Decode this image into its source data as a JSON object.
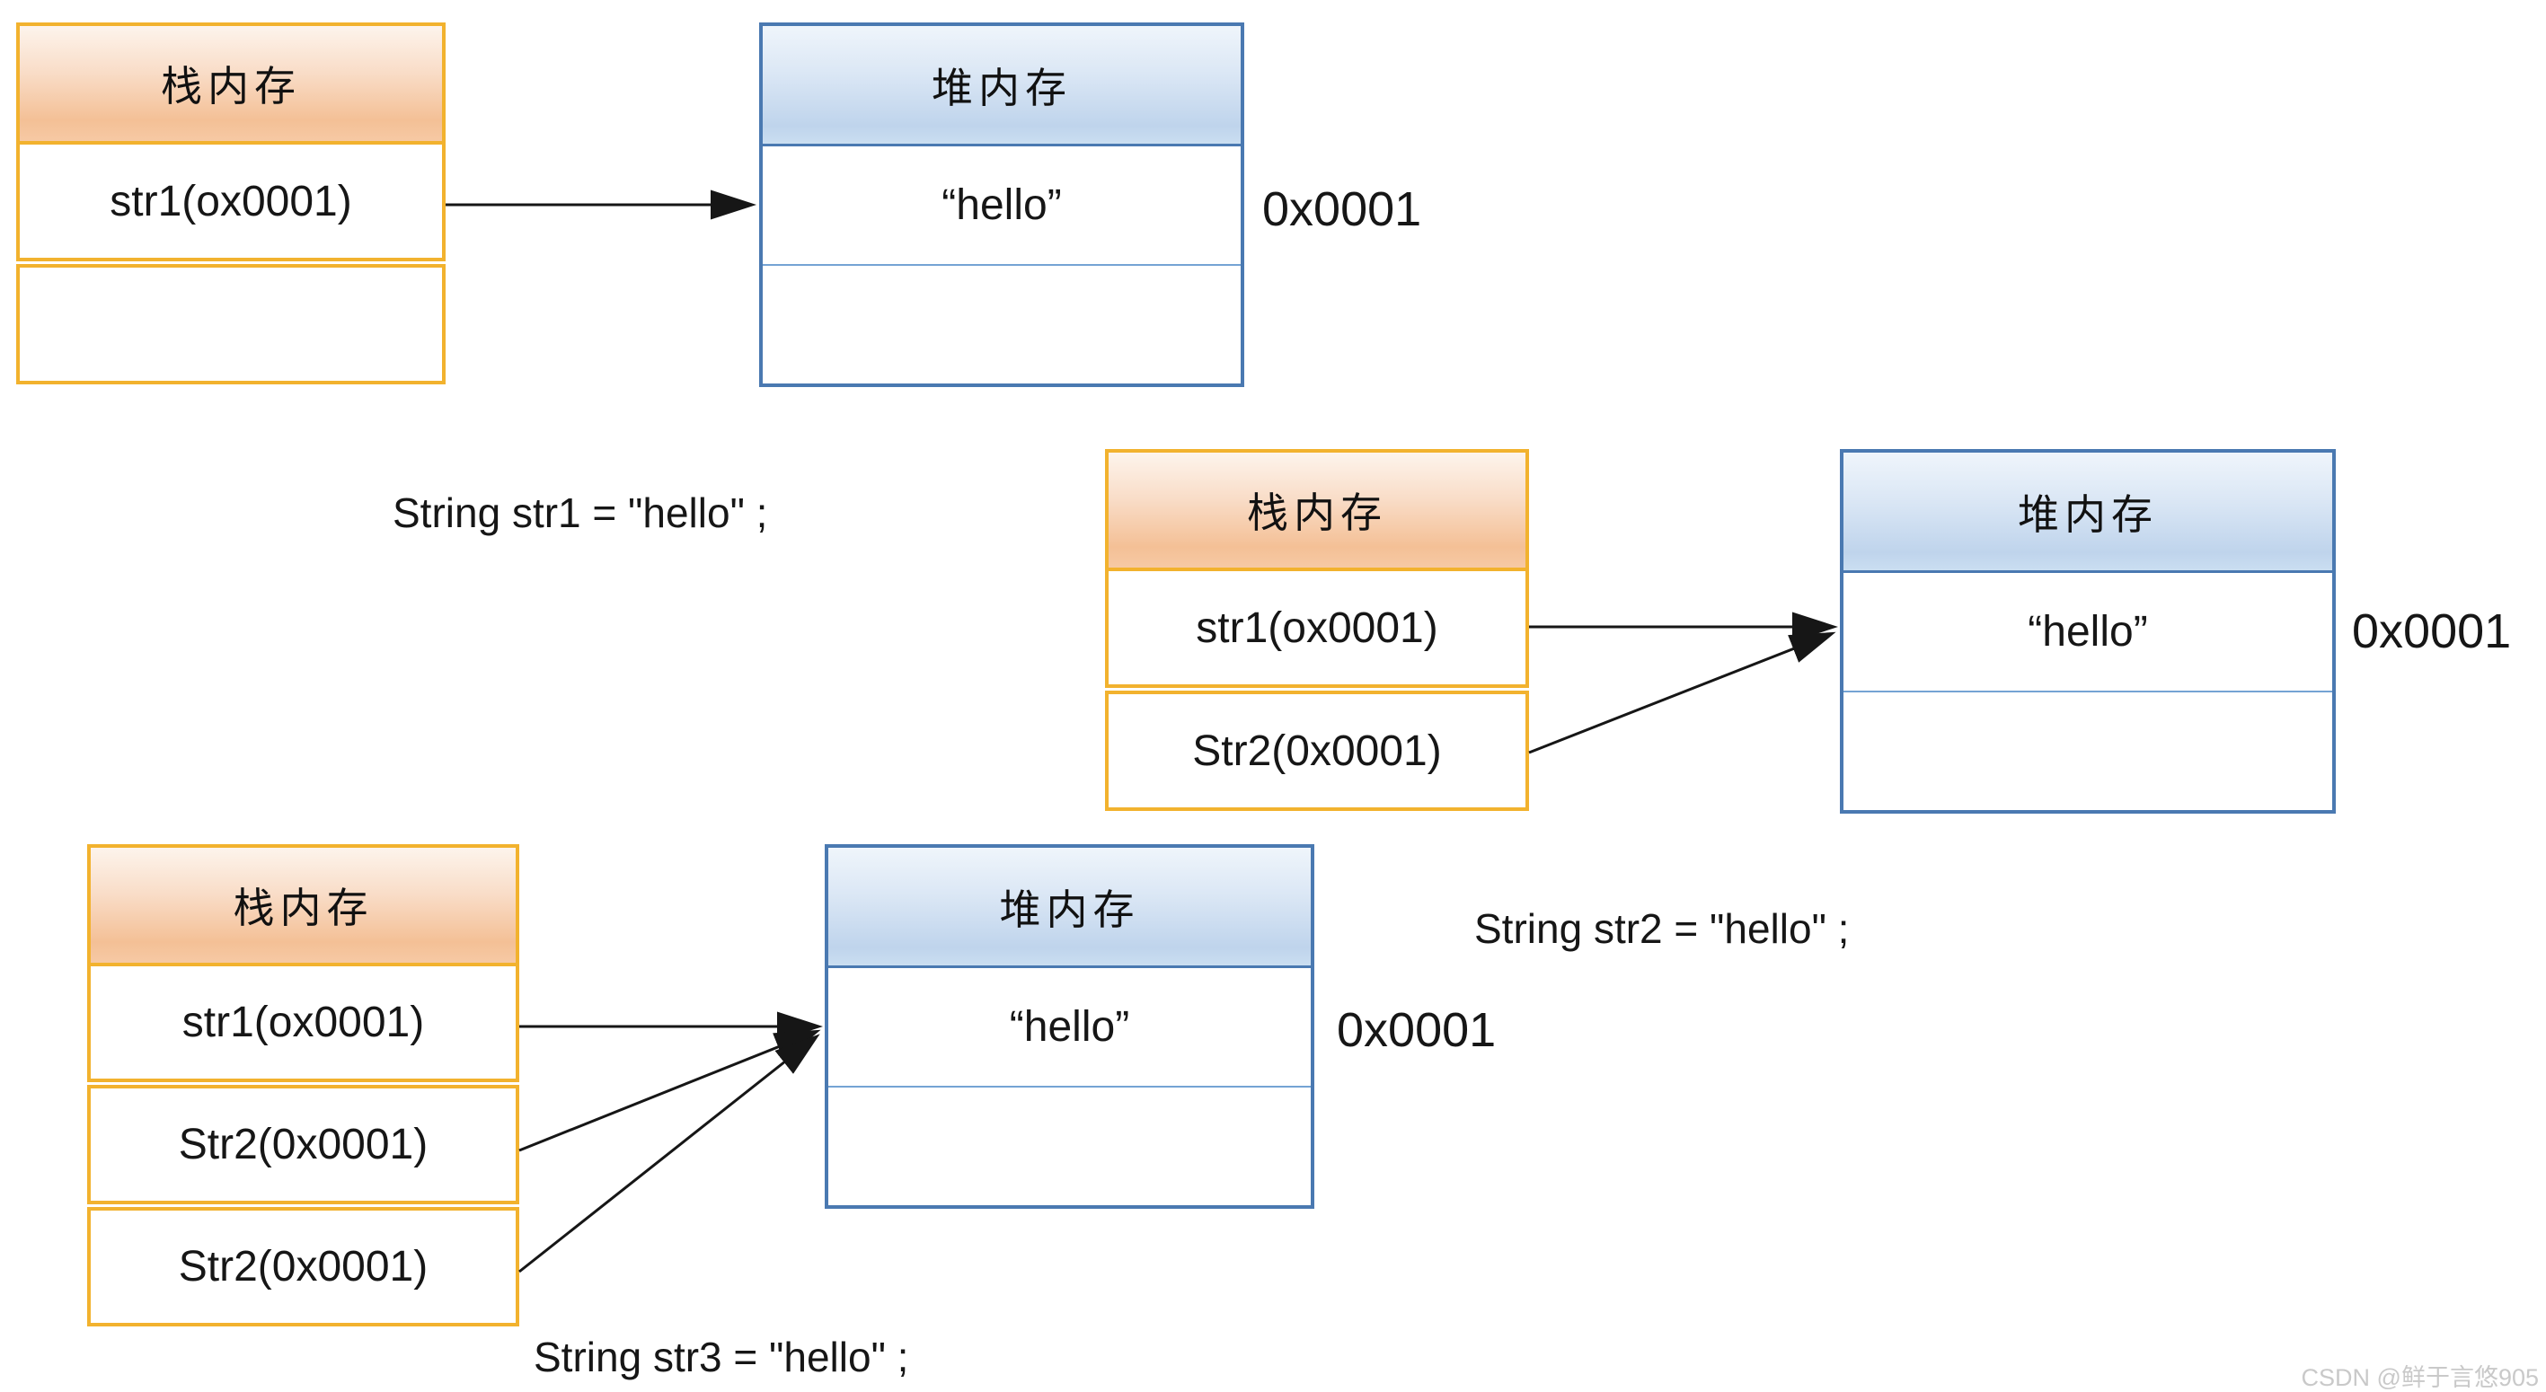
{
  "groups": [
    {
      "stack_title": "栈内存",
      "heap_title": "堆内存",
      "stack_rows": [
        "str1(ox0001)",
        ""
      ],
      "heap_rows": [
        "“hello”",
        ""
      ],
      "address": "0x0001",
      "code": "String str1 = \"hello\" ;"
    },
    {
      "stack_title": "栈内存",
      "heap_title": "堆内存",
      "stack_rows": [
        "str1(ox0001)",
        "Str2(0x0001)"
      ],
      "heap_rows": [
        "“hello”",
        ""
      ],
      "address": "0x0001",
      "code": "String str2 = \"hello\" ;"
    },
    {
      "stack_title": "栈内存",
      "heap_title": "堆内存",
      "stack_rows": [
        "str1(ox0001)",
        "Str2(0x0001)",
        "Str2(0x0001)"
      ],
      "heap_rows": [
        "“hello”",
        ""
      ],
      "address": "0x0001",
      "code": "String str3 = \"hello\" ;"
    }
  ],
  "watermark": {
    "text": "CSDN @鲜于言悠905",
    "color": "#c9c9c9"
  },
  "colors": {
    "stack_border": "#f2b22e",
    "stack_header_gradient_bottom": "#f4c096",
    "heap_border": "#4a79b1",
    "heap_divider": "#74a3d4",
    "arrow": "#161616",
    "text": "#161616",
    "background": "#ffffff"
  }
}
